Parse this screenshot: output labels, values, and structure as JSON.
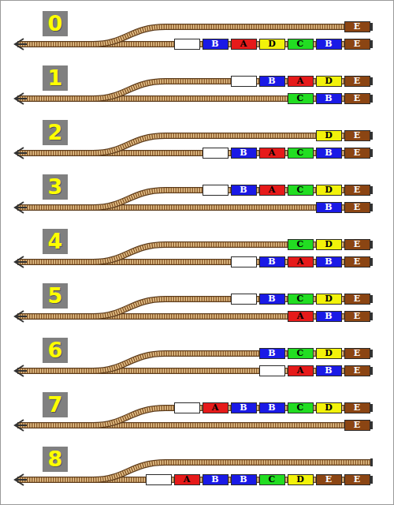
{
  "diagram": {
    "nodes": [
      {
        "text": [
          "0"
        ]
      },
      {
        "text": [
          "E"
        ]
      },
      {
        "text": [
          "B"
        ]
      },
      {
        "text": [
          "A"
        ]
      },
      {
        "text": [
          "D"
        ]
      },
      {
        "text": [
          "C"
        ]
      },
      {
        "text": [
          "B"
        ]
      },
      {
        "text": [
          "E"
        ]
      },
      {
        "text": [
          "1"
        ]
      },
      {
        "text": [
          "B"
        ]
      },
      {
        "text": [
          "A"
        ]
      },
      {
        "text": [
          "D"
        ]
      },
      {
        "text": [
          "E"
        ]
      },
      {
        "text": [
          "C"
        ]
      },
      {
        "text": [
          "B"
        ]
      },
      {
        "text": [
          "E"
        ]
      },
      {
        "text": [
          "2"
        ]
      },
      {
        "text": [
          "D"
        ]
      },
      {
        "text": [
          "E"
        ]
      },
      {
        "text": [
          "B"
        ]
      },
      {
        "text": [
          "A"
        ]
      },
      {
        "text": [
          "C"
        ]
      },
      {
        "text": [
          "B"
        ]
      },
      {
        "text": [
          "E"
        ]
      },
      {
        "text": [
          "3"
        ]
      },
      {
        "text": [
          "B"
        ]
      },
      {
        "text": [
          "A"
        ]
      },
      {
        "text": [
          "C"
        ]
      },
      {
        "text": [
          "D"
        ]
      },
      {
        "text": [
          "E"
        ]
      },
      {
        "text": [
          "B"
        ]
      },
      {
        "text": [
          "E"
        ]
      },
      {
        "text": [
          "4"
        ]
      },
      {
        "text": [
          "C"
        ]
      },
      {
        "text": [
          "D"
        ]
      },
      {
        "text": [
          "E"
        ]
      },
      {
        "text": [
          "B"
        ]
      },
      {
        "text": [
          "A"
        ]
      },
      {
        "text": [
          "B"
        ]
      },
      {
        "text": [
          "E"
        ]
      },
      {
        "text": [
          "5"
        ]
      },
      {
        "text": [
          "B"
        ]
      },
      {
        "text": [
          "C"
        ]
      },
      {
        "text": [
          "D"
        ]
      },
      {
        "text": [
          "E"
        ]
      },
      {
        "text": [
          "A"
        ]
      },
      {
        "text": [
          "B"
        ]
      },
      {
        "text": [
          "E"
        ]
      },
      {
        "text": [
          "6"
        ]
      },
      {
        "text": [
          "B"
        ]
      },
      {
        "text": [
          "C"
        ]
      },
      {
        "text": [
          "D"
        ]
      },
      {
        "text": [
          "E"
        ]
      },
      {
        "text": [
          "A"
        ]
      },
      {
        "text": [
          "B"
        ]
      },
      {
        "text": [
          "E"
        ]
      },
      {
        "text": [
          "7"
        ]
      },
      {
        "text": [
          "A"
        ]
      },
      {
        "text": [
          "B"
        ]
      },
      {
        "text": [
          "B"
        ]
      },
      {
        "text": [
          "C"
        ]
      },
      {
        "text": [
          "D"
        ]
      },
      {
        "text": [
          "E"
        ]
      },
      {
        "text": [
          "E"
        ]
      },
      {
        "text": [
          "8"
        ]
      },
      {
        "text": [
          "A"
        ]
      },
      {
        "text": [
          "B"
        ]
      },
      {
        "text": [
          "B"
        ]
      },
      {
        "text": [
          "C"
        ]
      },
      {
        "text": [
          "D"
        ]
      },
      {
        "text": [
          "E"
        ]
      },
      {
        "text": [
          "E"
        ]
      }
    ]
  }
}
